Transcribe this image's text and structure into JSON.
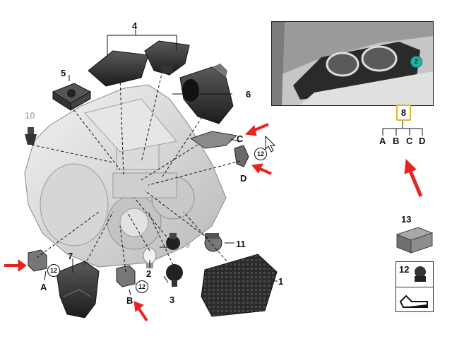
{
  "title": "",
  "parts": [
    {
      "id": "part-1",
      "label": "1"
    },
    {
      "id": "part-2",
      "label": "2"
    },
    {
      "id": "part-3",
      "label": "3"
    },
    {
      "id": "part-4",
      "label": "4"
    },
    {
      "id": "part-5",
      "label": "5"
    },
    {
      "id": "part-6",
      "label": "6"
    },
    {
      "id": "part-7",
      "label": "7"
    },
    {
      "id": "part-8",
      "label": "8"
    },
    {
      "id": "part-9",
      "label": "9"
    },
    {
      "id": "part-10",
      "label": "10"
    },
    {
      "id": "part-11",
      "label": "11"
    },
    {
      "id": "part-12",
      "label": "12"
    },
    {
      "id": "part-13",
      "label": "13"
    }
  ],
  "variants": {
    "a": "A",
    "b": "B",
    "c": "C",
    "d": "D",
    "tree": [
      "A",
      "B",
      "C",
      "D"
    ]
  },
  "inset": {
    "callout": "2",
    "callout_color": "#1cb5a8"
  },
  "legend": {
    "item13": "13",
    "item12": "12",
    "circ12": "12"
  },
  "colors": {
    "arrow": "#e8231e",
    "highlight": "#e3b62a",
    "line": "#111111"
  }
}
